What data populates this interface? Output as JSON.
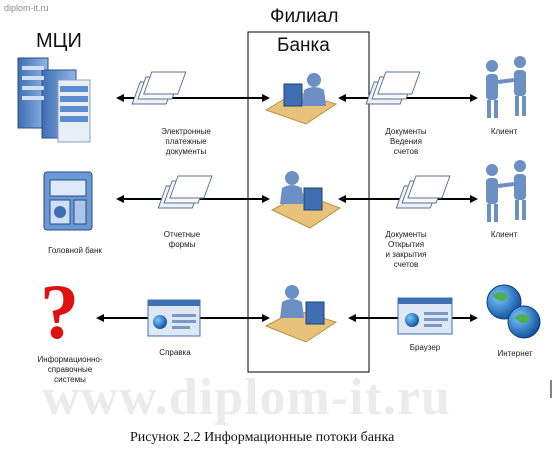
{
  "watermark_url": "diplom-it.ru",
  "watermark_big": "www.diplom-it.ru",
  "center": {
    "title_line1": "Филиал",
    "title_line2": "Банка"
  },
  "left": {
    "mci": "МЦИ",
    "head_bank": "Головной банк",
    "info_systems": "Информационно-\nсправочные\nсистемы"
  },
  "flows_left": {
    "e_payment": "Электронные\nплатежные\nдокументы",
    "report_forms": "Отчетные\nформы",
    "reference": "Справка"
  },
  "flows_right": {
    "account_docs": "Документы\nВедения\nсчетов",
    "open_close_docs": "Документы\nОткрытия\nи закрытия\nсчетов",
    "browser": "Браузер"
  },
  "right": {
    "client1": "Клиент",
    "client2": "Клиент",
    "internet": "Интернет"
  },
  "caption": "Рисунок 2.2 Информационные потоки банка",
  "colors": {
    "arrow": "#000000",
    "desk": "#e8c27a",
    "person": "#6c8fc4",
    "server": "#5b8dd0",
    "question": "#e01010"
  }
}
